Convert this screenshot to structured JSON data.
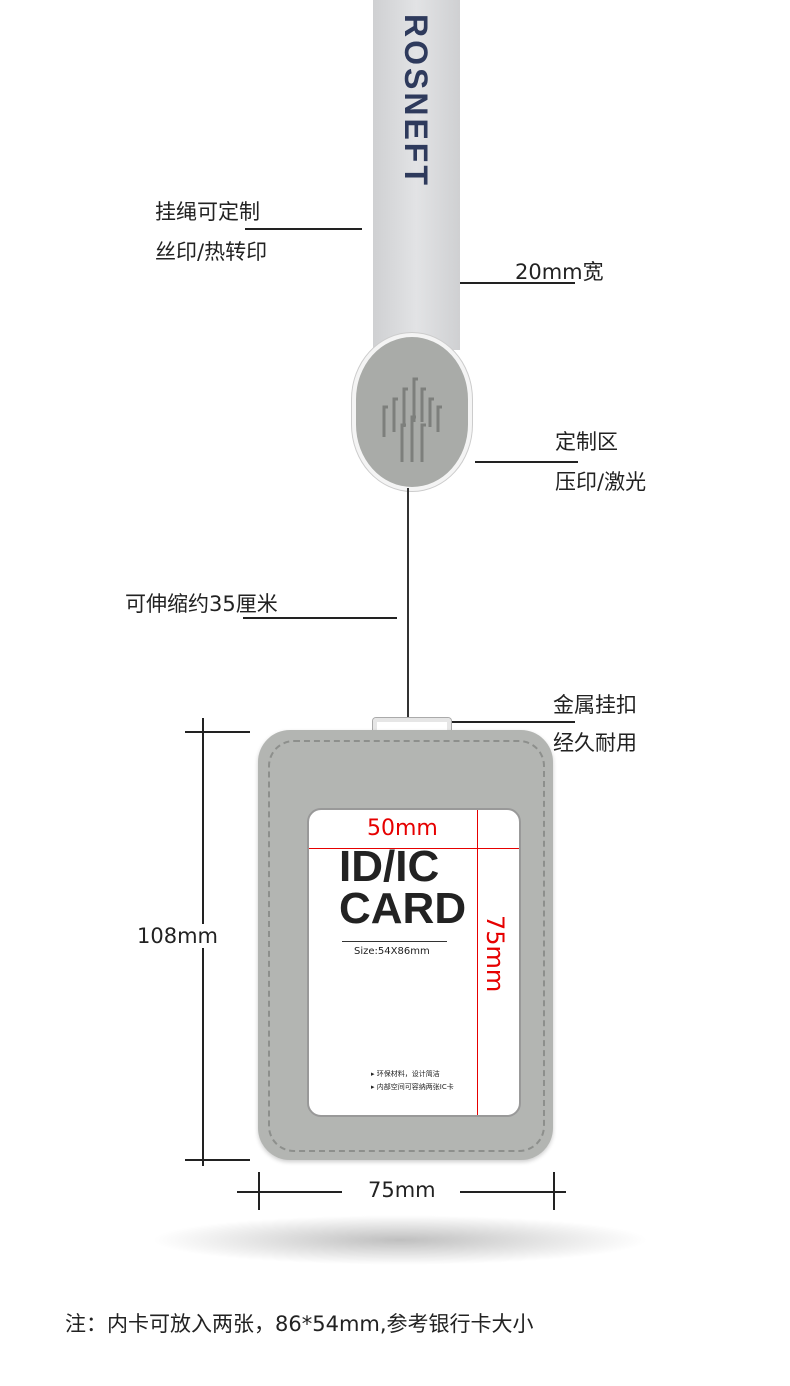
{
  "strap": {
    "brand": "ROSNEFT"
  },
  "annotations": {
    "lanyard_custom": "挂绳可定制",
    "lanyard_print": "丝印/热转印",
    "width": "20mm宽",
    "zone": "定制区",
    "zone_method": "压印/激光",
    "retract": "可伸缩约35厘米",
    "clip": "金属挂扣",
    "clip_durable": "经久耐用",
    "height": "108mm",
    "holder_width": "75mm"
  },
  "card": {
    "title1": "ID/IC",
    "title2": "CARD",
    "size": "Size:54X86mm",
    "bullets": [
      "环保材料，设计简洁",
      "内部空间可容纳两张IC卡"
    ],
    "window_width": "50mm",
    "window_height": "75mm"
  },
  "note": "注：内卡可放入两张，86*54mm,参考银行卡大小"
}
